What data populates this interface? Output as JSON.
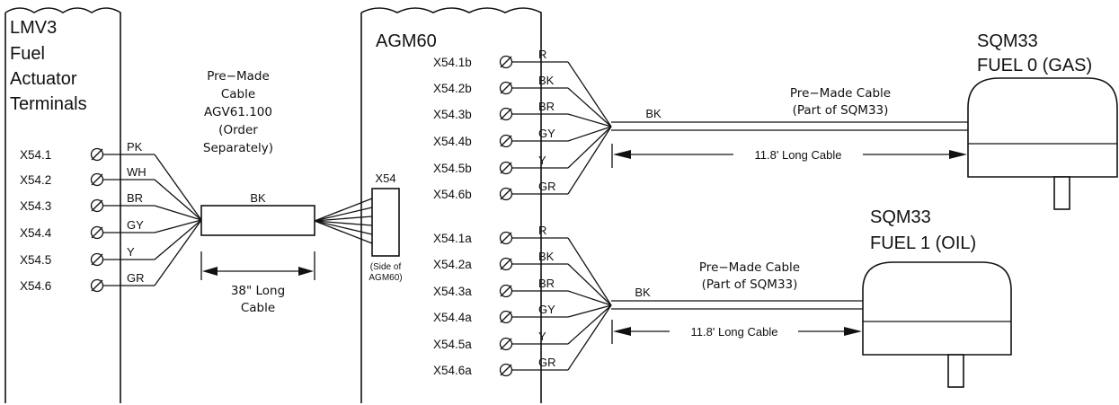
{
  "lmv3": {
    "title_lines": [
      "LMV3",
      "Fuel",
      "Actuator",
      "Terminals"
    ],
    "terminals": [
      "X54.1",
      "X54.2",
      "X54.3",
      "X54.4",
      "X54.5",
      "X54.6"
    ],
    "wires": [
      "PK",
      "WH",
      "BR",
      "GY",
      "Y",
      "GR"
    ]
  },
  "premade_cable": {
    "lines": [
      "Pre−Made",
      "Cable",
      "AGV61.100",
      "(Order",
      "Separately)"
    ],
    "jacket": "BK",
    "length_lines": [
      "38\" Long",
      "Cable"
    ]
  },
  "x54_connector": {
    "label": "X54",
    "side_lines": [
      "(Side of",
      "AGM60)"
    ]
  },
  "agm60": {
    "title": "AGM60",
    "terminals_b": [
      "X54.1b",
      "X54.2b",
      "X54.3b",
      "X54.4b",
      "X54.5b",
      "X54.6b"
    ],
    "terminals_a": [
      "X54.1a",
      "X54.2a",
      "X54.3a",
      "X54.4a",
      "X54.5a",
      "X54.6a"
    ],
    "wires": [
      "R",
      "BK",
      "BR",
      "GY",
      "Y",
      "GR"
    ]
  },
  "sqm_gas": {
    "title_lines": [
      "SQM33",
      "FUEL 0 (GAS)"
    ],
    "cable_lines": [
      "Pre−Made Cable",
      "(Part of SQM33)"
    ],
    "jacket": "BK",
    "length": "11.8' Long Cable"
  },
  "sqm_oil": {
    "title_lines": [
      "SQM33",
      "FUEL 1 (OIL)"
    ],
    "cable_lines": [
      "Pre−Made Cable",
      "(Part of SQM33)"
    ],
    "jacket": "BK",
    "length": "11.8' Long Cable"
  }
}
